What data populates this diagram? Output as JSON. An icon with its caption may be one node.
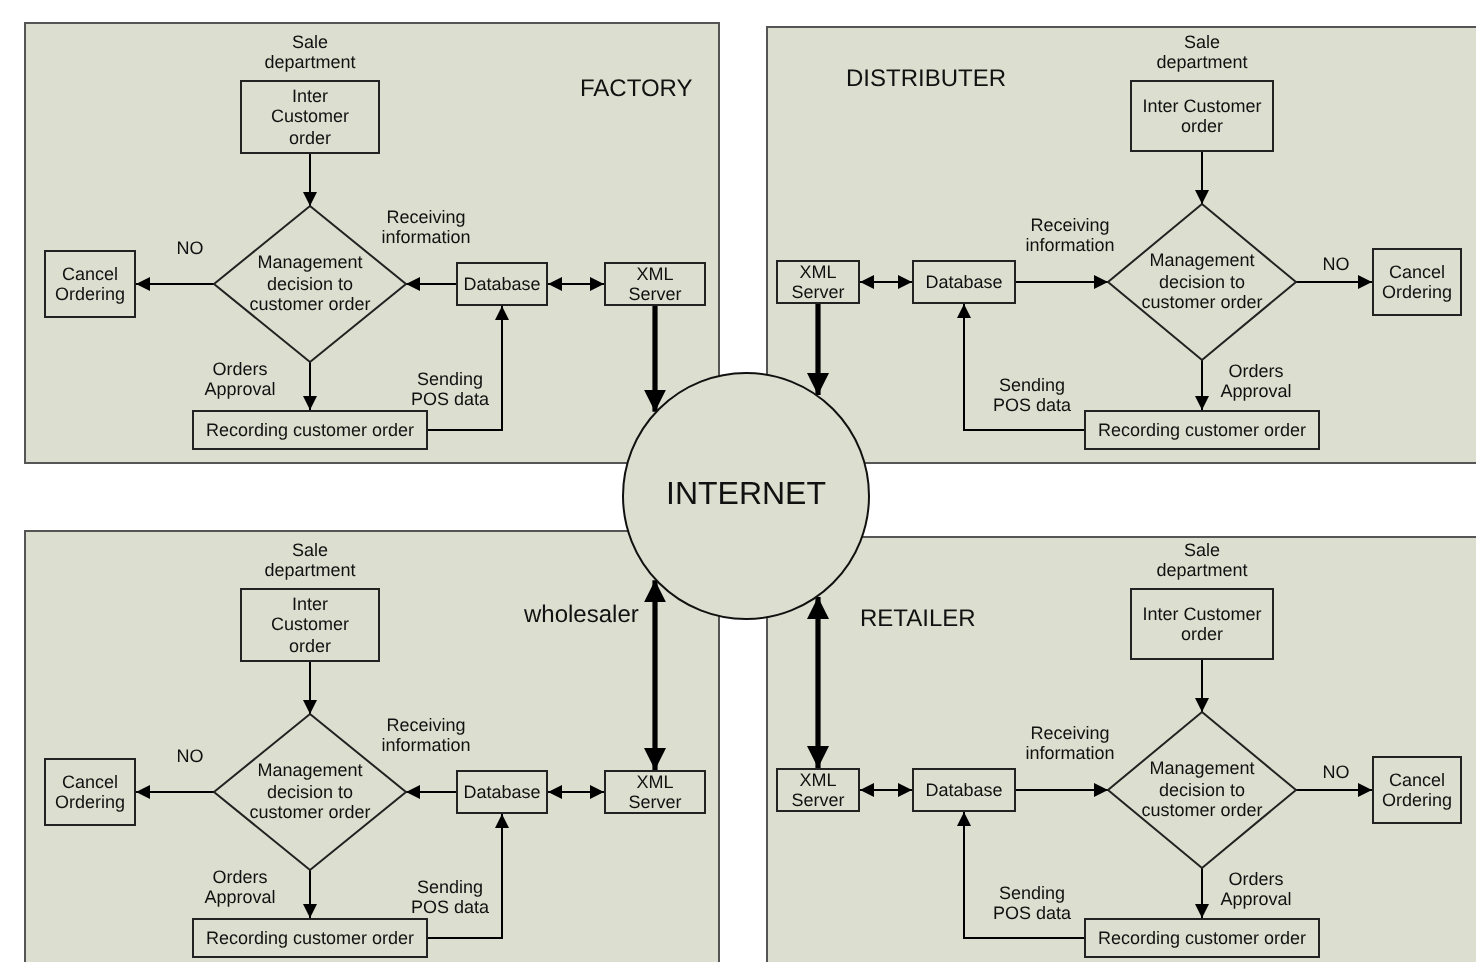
{
  "diagram": {
    "nodes": [
      {
        "text": [
          "FACTORY"
        ]
      },
      {
        "text": [
          "Inter Customer order"
        ],
        "beside": [
          "Sale department"
        ],
        "in": 0
      },
      {
        "text": [
          "Management decision to customer order"
        ],
        "in": 0
      },
      {
        "text": [
          "Cancel Ordering"
        ],
        "in": 0
      },
      {
        "text": [
          "Database"
        ],
        "in": 0
      },
      {
        "text": [
          "XML Server"
        ],
        "in": 0
      },
      {
        "text": [
          "Recording customer order"
        ],
        "in": 0
      },
      {
        "text": [
          "DISTRIBUTER"
        ]
      },
      {
        "text": [
          "Inter Customer order"
        ],
        "beside": [
          "Sale department"
        ],
        "in": 7
      },
      {
        "text": [
          "Management decision to customer order"
        ],
        "in": 7
      },
      {
        "text": [
          "XML Server"
        ],
        "in": 7
      },
      {
        "text": [
          "Database"
        ],
        "in": 7
      },
      {
        "text": [
          "Cancel Ordering"
        ],
        "in": 7
      },
      {
        "text": [
          "Recording customer order"
        ],
        "in": 7
      },
      {
        "text": [
          "INTERNET"
        ]
      },
      {
        "text": [
          "wholesaler"
        ]
      },
      {
        "text": [
          "Inter Customer order"
        ],
        "beside": [
          "Sale department"
        ],
        "in": 15
      },
      {
        "text": [
          "Management decision to customer order"
        ],
        "in": 15
      },
      {
        "text": [
          "Cancel Ordering"
        ],
        "in": 15
      },
      {
        "text": [
          "Database"
        ],
        "in": 15
      },
      {
        "text": [
          "XML Server"
        ],
        "in": 15
      },
      {
        "text": [
          "Recording customer order"
        ],
        "in": 15
      },
      {
        "text": [
          "RETAILER"
        ]
      },
      {
        "text": [
          "Inter Customer order"
        ],
        "beside": [
          "Sale department"
        ],
        "in": 22
      },
      {
        "text": [
          "Management decision to customer order"
        ],
        "in": 22
      },
      {
        "text": [
          "XML Server"
        ],
        "in": 22
      },
      {
        "text": [
          "Database"
        ],
        "in": 22
      },
      {
        "text": [
          "Cancel Ordering"
        ],
        "in": 22
      },
      {
        "text": [
          "Recording customer order"
        ],
        "in": 22
      }
    ],
    "edges": [
      {
        "from": 1,
        "to": 2,
        "arrow": "to"
      },
      {
        "from": 2,
        "to": 3,
        "arrow": "to",
        "label": "NO"
      },
      {
        "from": 4,
        "to": 2,
        "arrow": "to",
        "label": "Receiving information"
      },
      {
        "from": 4,
        "to": 5,
        "arrow": "both"
      },
      {
        "from": 2,
        "to": 6,
        "arrow": "to",
        "label": "Orders Approval"
      },
      {
        "from": 6,
        "to": 4,
        "arrow": "to",
        "label": "Sending POS data"
      },
      {
        "from": 5,
        "to": 14,
        "arrow": "both",
        "style": "thick"
      },
      {
        "from": 8,
        "to": 9,
        "arrow": "to"
      },
      {
        "from": 11,
        "to": 9,
        "arrow": "to",
        "label": "Receiving information"
      },
      {
        "from": 10,
        "to": 11,
        "arrow": "both"
      },
      {
        "from": 9,
        "to": 12,
        "arrow": "to",
        "label": "NO"
      },
      {
        "from": 9,
        "to": 13,
        "arrow": "to",
        "label": "Orders Approval"
      },
      {
        "from": 13,
        "to": 11,
        "arrow": "to",
        "label": "Sending POS data"
      },
      {
        "from": 10,
        "to": 14,
        "arrow": "both",
        "style": "thick"
      },
      {
        "from": 16,
        "to": 17,
        "arrow": "to"
      },
      {
        "from": 17,
        "to": 18,
        "arrow": "to",
        "label": "NO"
      },
      {
        "from": 19,
        "to": 17,
        "arrow": "to",
        "label": "Receiving information"
      },
      {
        "from": 19,
        "to": 20,
        "arrow": "both"
      },
      {
        "from": 17,
        "to": 21,
        "arrow": "to",
        "label": "Orders Approval"
      },
      {
        "from": 21,
        "to": 19,
        "arrow": "to",
        "label": "Sending POS data"
      },
      {
        "from": 20,
        "to": 14,
        "arrow": "both",
        "style": "thick"
      },
      {
        "from": 23,
        "to": 24,
        "arrow": "to"
      },
      {
        "from": 26,
        "to": 24,
        "arrow": "to",
        "label": "Receiving information"
      },
      {
        "from": 25,
        "to": 26,
        "arrow": "both"
      },
      {
        "from": 24,
        "to": 27,
        "arrow": "to",
        "label": "NO"
      },
      {
        "from": 24,
        "to": 28,
        "arrow": "to",
        "label": "Orders Approval"
      },
      {
        "from": 28,
        "to": 26,
        "arrow": "to",
        "label": "Sending POS data"
      },
      {
        "from": 25,
        "to": 14,
        "arrow": "both",
        "style": "thick"
      }
    ]
  }
}
